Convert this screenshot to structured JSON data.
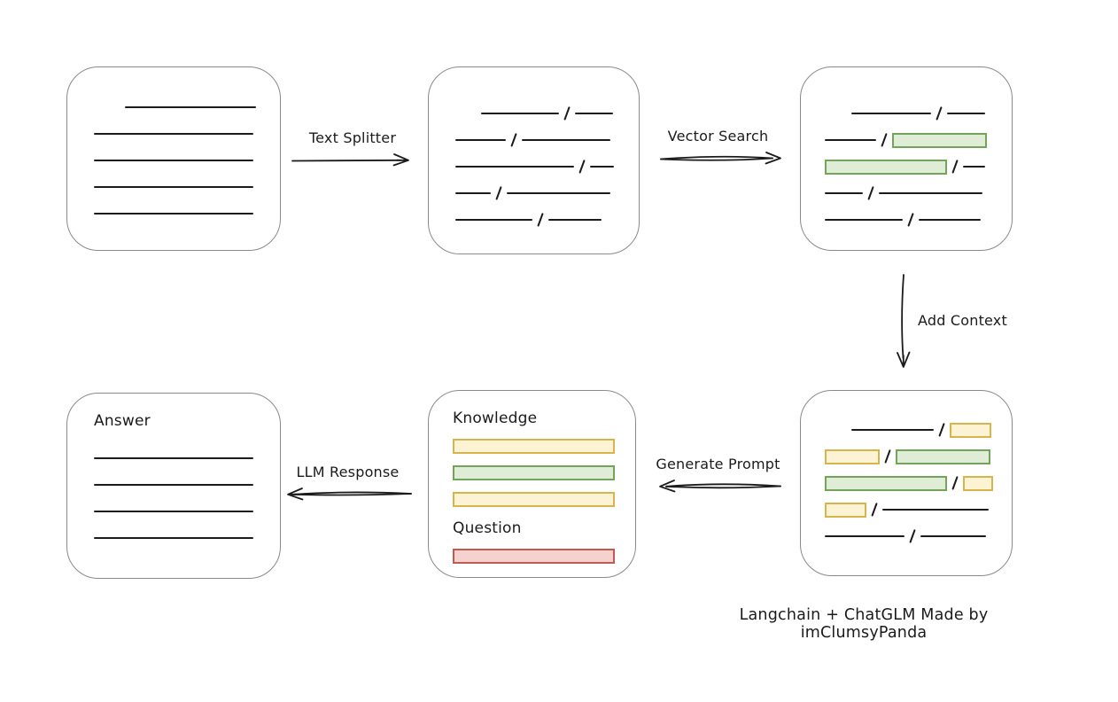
{
  "caption": "Langchain + ChatGLM Made by imClumsyPanda",
  "arrows": {
    "text_splitter": {
      "label": "Text Splitter",
      "direction": "right"
    },
    "vector_search": {
      "label": "Vector Search",
      "direction": "right"
    },
    "add_context": {
      "label": "Add Context",
      "direction": "down"
    },
    "generate_prompt": {
      "label": "Generate Prompt",
      "direction": "left"
    },
    "llm_response": {
      "label": "LLM Response",
      "direction": "left"
    }
  },
  "colors": {
    "box_border": "#8a8a8a",
    "line": "#1b1b1b",
    "green_fill": "#dfecd6",
    "green_border": "#74a35c",
    "yellow_fill": "#fcf3d4",
    "yellow_border": "#d7b54c",
    "red_fill": "#f6d2ce",
    "red_border": "#c05a52"
  },
  "boxes": {
    "document": {
      "rows": [
        [
          {
            "t": "line",
            "w": 148,
            "ml": 35
          }
        ],
        [
          {
            "t": "line",
            "w": 180
          }
        ],
        [
          {
            "t": "line",
            "w": 180
          }
        ],
        [
          {
            "t": "line",
            "w": 180
          }
        ],
        [
          {
            "t": "line",
            "w": 180
          }
        ]
      ]
    },
    "chunks": {
      "rows": [
        [
          {
            "t": "line",
            "w": 88,
            "ml": 29
          },
          {
            "t": "slash"
          },
          {
            "t": "line",
            "w": 43
          }
        ],
        [
          {
            "t": "line",
            "w": 57
          },
          {
            "t": "slash"
          },
          {
            "t": "line",
            "w": 100
          }
        ],
        [
          {
            "t": "line",
            "w": 134
          },
          {
            "t": "slash"
          },
          {
            "t": "line",
            "w": 27
          }
        ],
        [
          {
            "t": "line",
            "w": 40
          },
          {
            "t": "slash"
          },
          {
            "t": "line",
            "w": 117
          }
        ],
        [
          {
            "t": "line",
            "w": 87
          },
          {
            "t": "slash"
          },
          {
            "t": "line",
            "w": 60
          }
        ]
      ]
    },
    "matched_chunks": {
      "rows": [
        [
          {
            "t": "line",
            "w": 90,
            "ml": 30
          },
          {
            "t": "slash"
          },
          {
            "t": "line",
            "w": 43
          }
        ],
        [
          {
            "t": "line",
            "w": 58
          },
          {
            "t": "slash"
          },
          {
            "t": "green",
            "w": 107
          }
        ],
        [
          {
            "t": "green",
            "w": 138
          },
          {
            "t": "slash"
          },
          {
            "t": "line",
            "w": 25
          }
        ],
        [
          {
            "t": "line",
            "w": 43
          },
          {
            "t": "slash"
          },
          {
            "t": "line",
            "w": 117
          }
        ],
        [
          {
            "t": "line",
            "w": 88
          },
          {
            "t": "slash"
          },
          {
            "t": "line",
            "w": 70
          }
        ]
      ]
    },
    "context_chunks": {
      "rows": [
        [
          {
            "t": "line",
            "w": 93,
            "ml": 30
          },
          {
            "t": "slash"
          },
          {
            "t": "yellow",
            "w": 47
          }
        ],
        [
          {
            "t": "yellow",
            "w": 62
          },
          {
            "t": "slash"
          },
          {
            "t": "green",
            "w": 107
          }
        ],
        [
          {
            "t": "green",
            "w": 138
          },
          {
            "t": "slash"
          },
          {
            "t": "yellow",
            "w": 34
          }
        ],
        [
          {
            "t": "yellow",
            "w": 47
          },
          {
            "t": "slash"
          },
          {
            "t": "line",
            "w": 120
          }
        ],
        [
          {
            "t": "line",
            "w": 90
          },
          {
            "t": "slash"
          },
          {
            "t": "line",
            "w": 74
          }
        ]
      ]
    },
    "prompt": {
      "knowledge_label": "Knowledge",
      "question_label": "Question",
      "knowledge_bars": [
        {
          "color": "yellow",
          "name": "knowledge-chunk-yellow"
        },
        {
          "color": "green",
          "name": "knowledge-chunk-green"
        },
        {
          "color": "yellow",
          "name": "knowledge-chunk-yellow"
        }
      ],
      "question_bars": [
        {
          "color": "red",
          "name": "question-chunk-red"
        }
      ]
    },
    "answer": {
      "label": "Answer",
      "rows": [
        [
          {
            "t": "line",
            "w": 180
          }
        ],
        [
          {
            "t": "line",
            "w": 180
          }
        ],
        [
          {
            "t": "line",
            "w": 180
          }
        ],
        [
          {
            "t": "line",
            "w": 180
          }
        ]
      ]
    }
  }
}
